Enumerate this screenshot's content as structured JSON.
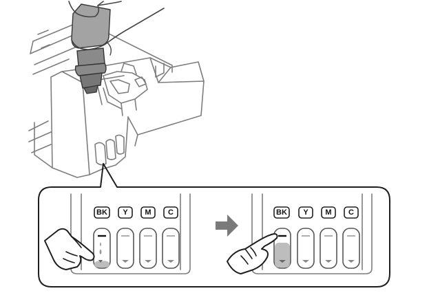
{
  "tank_labels": [
    "BK",
    "Y",
    "M",
    "C"
  ],
  "colors": {
    "bottle_body": "#a3a3a3",
    "bottle_neck": "#8a8a8a",
    "line_art": "#7d7d7d",
    "ink_bk": "#bdbdbd",
    "arrow": "#7a7a7a",
    "frame": "#1e1e1e"
  },
  "panels": [
    {
      "state": "before",
      "ink_fill_fraction": 0.22
    },
    {
      "state": "after",
      "ink_fill_fraction": 0.82
    }
  ]
}
